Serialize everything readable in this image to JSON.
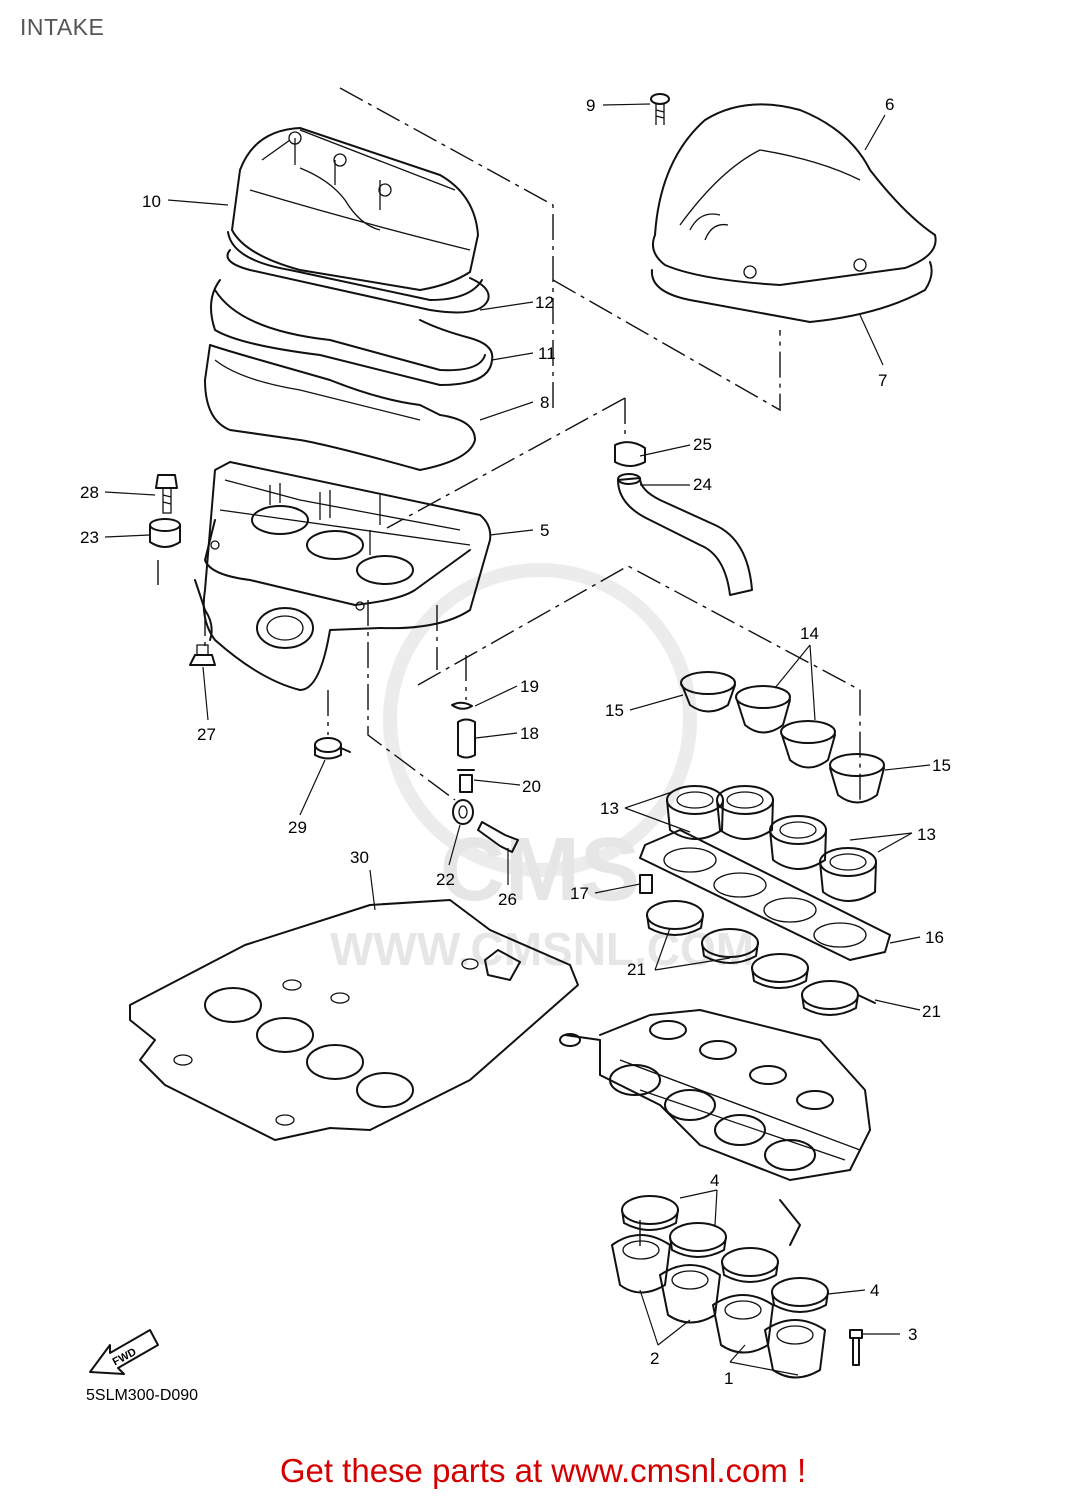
{
  "page": {
    "title": "INTAKE"
  },
  "diagram": {
    "code": "5SLM300-D090",
    "fwd_label": "FWD",
    "watermark": {
      "brand": "CMS",
      "url": "WWW.CMSNL.COM"
    },
    "callouts": [
      "1",
      "2",
      "3",
      "4",
      "4",
      "5",
      "6",
      "7",
      "8",
      "9",
      "10",
      "11",
      "12",
      "13",
      "13",
      "14",
      "15",
      "15",
      "16",
      "17",
      "18",
      "19",
      "20",
      "21",
      "21",
      "22",
      "23",
      "24",
      "25",
      "26",
      "27",
      "28",
      "29",
      "30"
    ]
  },
  "footer": {
    "text": "Get these parts at www.cmsnl.com !"
  },
  "colors": {
    "footer": "#d40000",
    "lines": "#111111",
    "watermark": "#e6e6e6"
  }
}
